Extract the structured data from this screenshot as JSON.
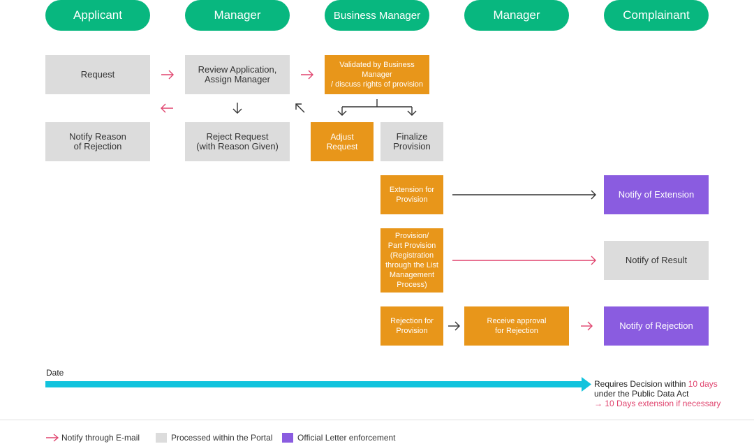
{
  "roles": [
    "Applicant",
    "Manager",
    "Business Manager",
    "Manager",
    "Complainant"
  ],
  "boxes": {
    "request": "Request",
    "review": "Review Application,\nAssign Manager",
    "validated": "Validated by Business Manager\n/ discuss rights of provision",
    "notify_reason": "Notify Reason\nof Rejection",
    "reject_request": "Reject Request\n(with Reason Given)",
    "adjust": "Adjust\nRequest",
    "finalize": "Finalize\nProvision",
    "extension": "Extension for\nProvision",
    "notify_extension": "Notify of Extension",
    "provision": "Provision/\nPart Provision\n(Registration\nthrough the List\nManagement\nProcess)",
    "notify_result": "Notify of Result",
    "rejection": "Rejection for\nProvision",
    "receive_approval": "Receive approval\nfor Rejection",
    "notify_rejection": "Notify of Rejection"
  },
  "timeline": {
    "label": "Date",
    "decision_text": "Requires Decision within",
    "decision_days": "10 days",
    "act_text": "under the Public Data Act",
    "extension_note": "→ 10 Days extension if necessary"
  },
  "legend": {
    "email": "Notify through E-mail",
    "portal": "Processed within the Portal",
    "official": "Official Letter enforcement"
  },
  "colors": {
    "role_green": "#08b77f",
    "process_gray": "#dcdcdc",
    "business_orange": "#e8961a",
    "official_purple": "#8a5ce0",
    "email_pink": "#e0446e",
    "timeline_cyan": "#12c3dd"
  }
}
